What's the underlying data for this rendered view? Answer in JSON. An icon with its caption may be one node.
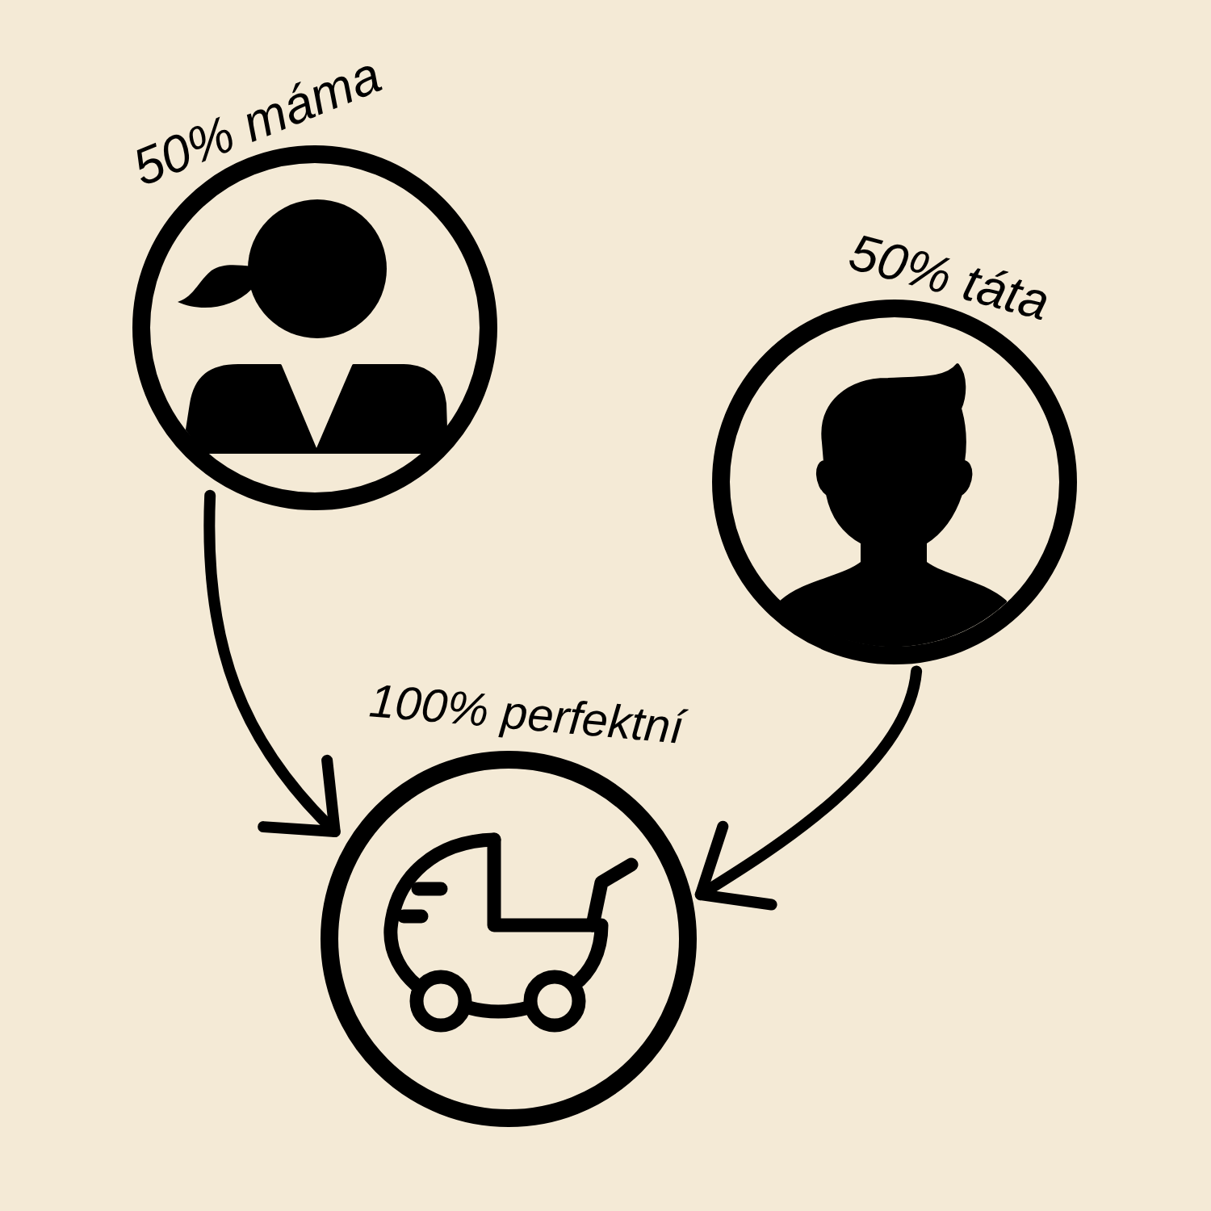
{
  "diagram": {
    "nodes": [
      {
        "text": [
          "50% máma"
        ]
      },
      {
        "text": [
          "50% táta"
        ]
      },
      {
        "text": [
          "100% perfektní"
        ]
      }
    ],
    "edges": [
      {
        "from": 0,
        "to": 2,
        "arrow": "to"
      },
      {
        "from": 1,
        "to": 2,
        "arrow": "to"
      }
    ]
  }
}
